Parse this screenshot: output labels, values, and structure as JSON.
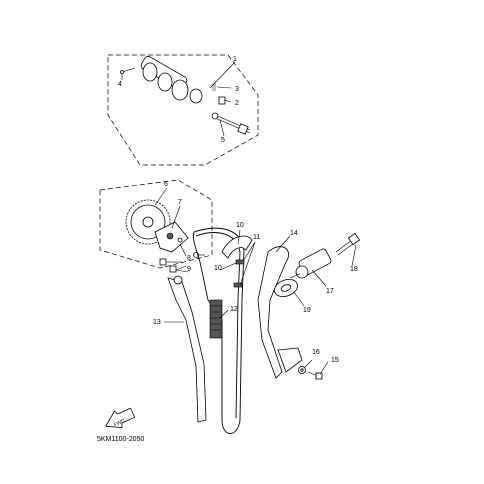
{
  "diagram": {
    "code": "5KM1100-2050",
    "fwd_label": "FWD",
    "callouts": {
      "c1": "1",
      "c2": "2",
      "c3": "3",
      "c4": "4",
      "c5": "5",
      "c6": "6",
      "c7": "7",
      "c8": "8",
      "c9": "9",
      "c10a": "10",
      "c10b": "10",
      "c11": "11",
      "c12": "12",
      "c13": "13",
      "c14": "14",
      "c15": "15",
      "c16": "16",
      "c17": "17",
      "c18": "18",
      "c19": "19"
    }
  }
}
